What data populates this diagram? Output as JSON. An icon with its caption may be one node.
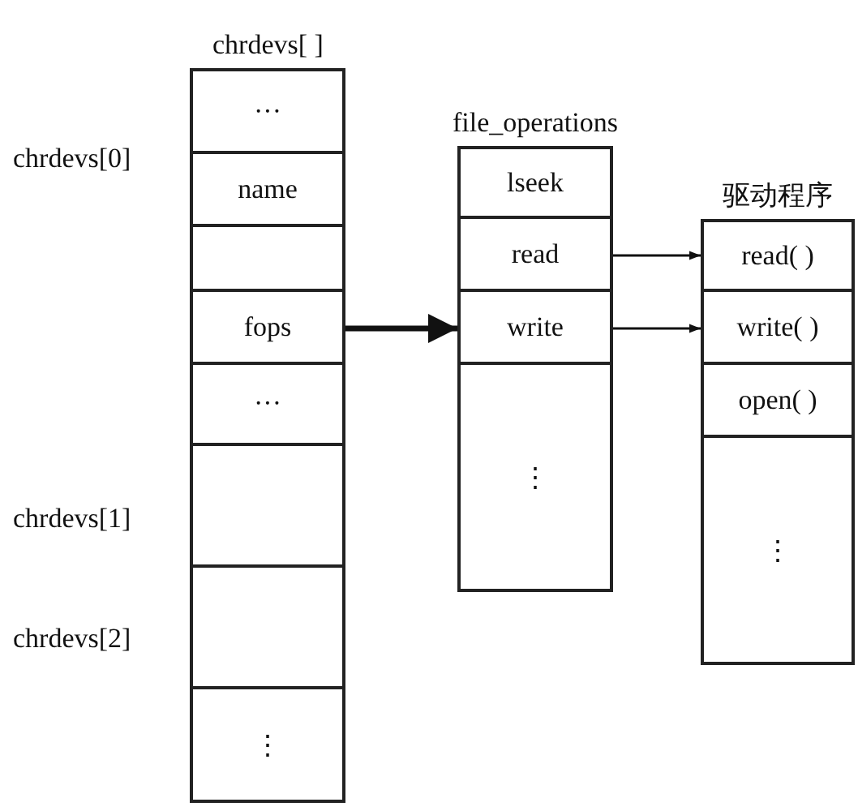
{
  "diagram": {
    "nodes": [
      {
        "text": [
          "chrdevs[ ]"
        ]
      },
      {
        "text": [
          "···"
        ],
        "in": 0
      },
      {
        "text": [
          "name"
        ],
        "in": 0
      },
      {
        "text": [],
        "shape": "box",
        "in": 0
      },
      {
        "text": [
          "fops"
        ],
        "in": 0
      },
      {
        "text": [
          "···"
        ],
        "in": 0
      },
      {
        "text": [],
        "shape": "box",
        "in": 0
      },
      {
        "text": [],
        "shape": "box",
        "in": 0
      },
      {
        "text": [
          "⋮"
        ],
        "in": 0
      },
      {
        "text": [
          "file_operations"
        ]
      },
      {
        "text": [
          "lseek"
        ],
        "in": 9
      },
      {
        "text": [
          "read"
        ],
        "in": 9
      },
      {
        "text": [
          "write"
        ],
        "in": 9
      },
      {
        "text": [
          "⋮"
        ],
        "in": 9
      },
      {
        "text": [
          "驱动程序"
        ]
      },
      {
        "text": [
          "read( )"
        ],
        "in": 14
      },
      {
        "text": [
          "write( )"
        ],
        "in": 14
      },
      {
        "text": [
          "open( )"
        ],
        "in": 14
      },
      {
        "text": [
          "⋮"
        ],
        "in": 14
      }
    ],
    "edges": [
      {
        "from": 4,
        "to": 12,
        "arrow": "to",
        "style": "thick"
      },
      {
        "from": 11,
        "to": 15,
        "arrow": "to"
      },
      {
        "from": 12,
        "to": 16,
        "arrow": "to"
      }
    ],
    "labels": [
      "chrdevs[0]",
      "chrdevs[1]",
      "chrdevs[2]"
    ]
  }
}
